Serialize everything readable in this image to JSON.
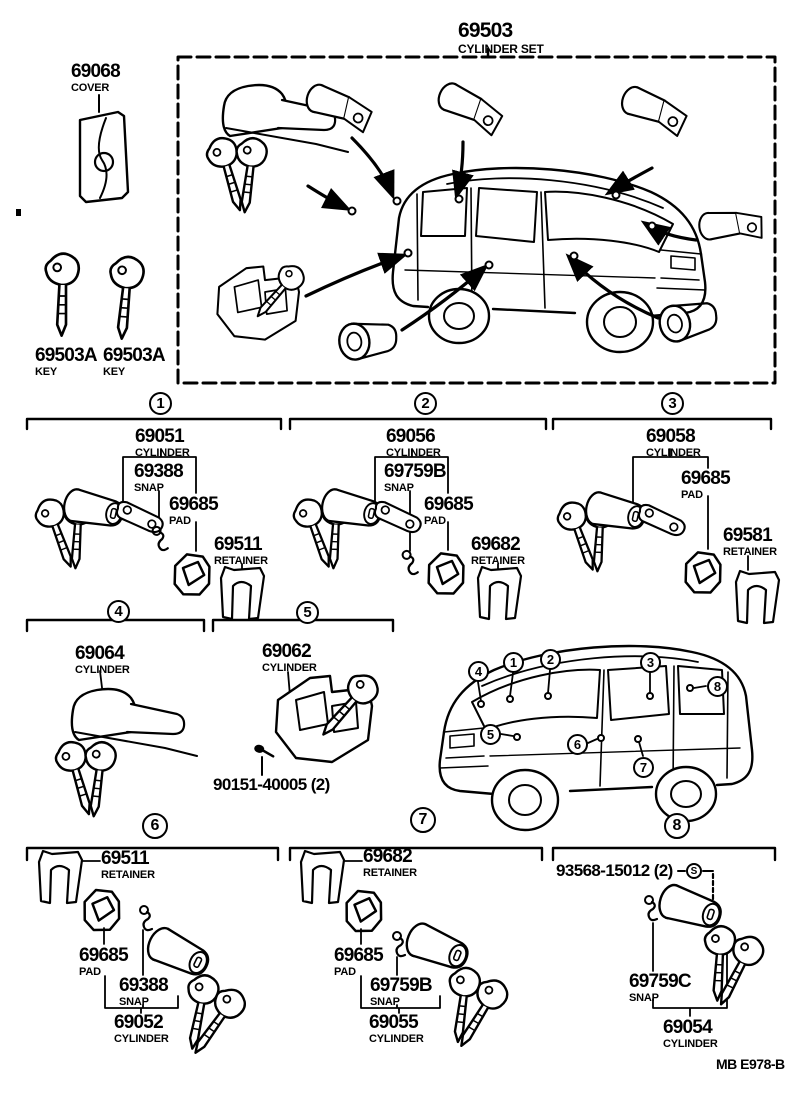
{
  "diagram": {
    "set_number": "69503",
    "set_label": "CYLINDER SET",
    "footer_code": "MB E978-B"
  },
  "cover": {
    "number": "69068",
    "label": "COVER"
  },
  "key_left": {
    "number": "69503A",
    "label": "KEY"
  },
  "key_right": {
    "number": "69503A",
    "label": "KEY"
  },
  "markers": {
    "m1": "1",
    "m2": "2",
    "m3": "3",
    "m4": "4",
    "m5": "5",
    "m6": "6",
    "m7": "7",
    "m8": "8"
  },
  "s_symbol": "S",
  "sections": {
    "s1": {
      "cylinder_no": "69051",
      "cylinder_label": "CYLINDER",
      "snap_no": "69388",
      "snap_label": "SNAP",
      "pad_no": "69685",
      "pad_label": "PAD",
      "retainer_no": "69511",
      "retainer_label": "RETAINER"
    },
    "s2": {
      "cylinder_no": "69056",
      "cylinder_label": "CYLINDER",
      "snap_no": "69759B",
      "snap_label": "SNAP",
      "pad_no": "69685",
      "pad_label": "PAD",
      "retainer_no": "69682",
      "retainer_label": "RETAINER"
    },
    "s3": {
      "cylinder_no": "69058",
      "cylinder_label": "CYLINDER",
      "pad_no": "69685",
      "pad_label": "PAD",
      "retainer_no": "69581",
      "retainer_label": "RETAINER"
    },
    "s4": {
      "cylinder_no": "69064",
      "cylinder_label": "CYLINDER"
    },
    "s5": {
      "cylinder_no": "69062",
      "cylinder_label": "CYLINDER",
      "screw_no": "90151-40005 (2)"
    },
    "s6": {
      "retainer_no": "69511",
      "retainer_label": "RETAINER",
      "pad_no": "69685",
      "pad_label": "PAD",
      "snap_no": "69388",
      "snap_label": "SNAP",
      "cylinder_no": "69052",
      "cylinder_label": "CYLINDER"
    },
    "s7": {
      "retainer_no": "69682",
      "retainer_label": "RETAINER",
      "pad_no": "69685",
      "pad_label": "PAD",
      "snap_no": "69759B",
      "snap_label": "SNAP",
      "cylinder_no": "69055",
      "cylinder_label": "CYLINDER"
    },
    "s8": {
      "screw_no": "93568-15012 (2)",
      "snap_no": "69759C",
      "snap_label": "SNAP",
      "cylinder_no": "69054",
      "cylinder_label": "CYLINDER"
    }
  }
}
